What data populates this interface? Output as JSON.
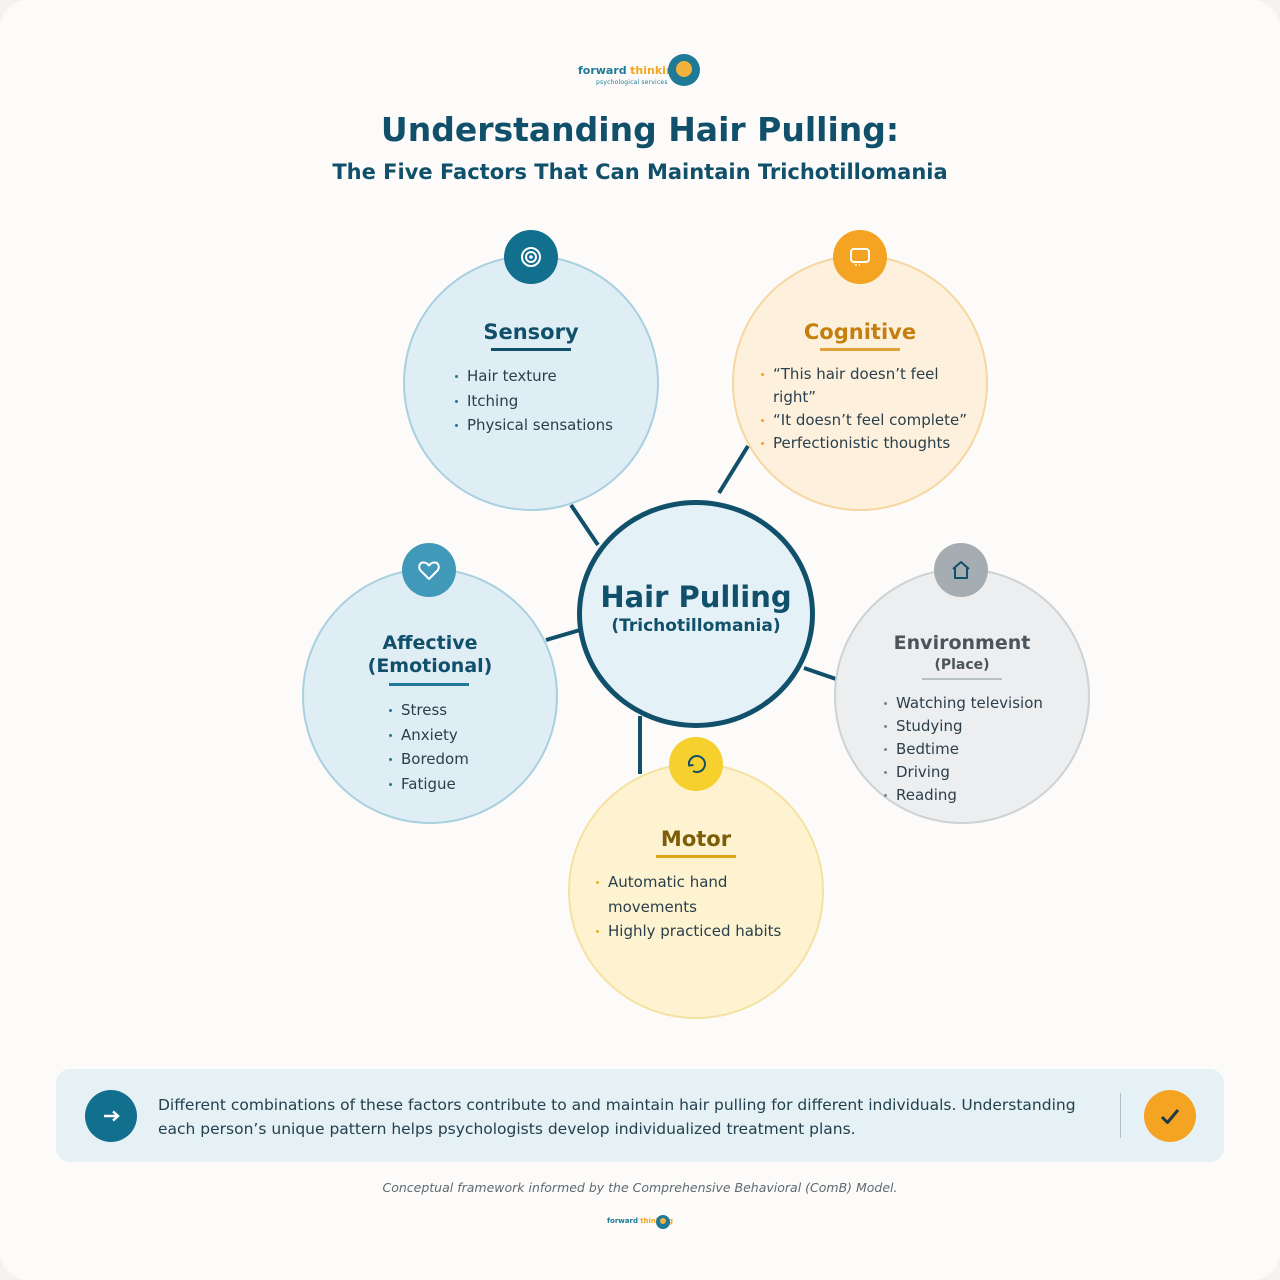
{
  "logo": {
    "name_part1": "forward",
    "name_part2": "thinking",
    "tagline": "psychological services"
  },
  "title": "Understanding Hair Pulling:",
  "subtitle": "The Five Factors That Can Maintain Trichotillomania",
  "center": {
    "title": "Hair Pulling",
    "subtitle": "(Trichotillomania)"
  },
  "factors": {
    "sensory": {
      "heading": "Sensory",
      "icon": "target-icon",
      "items": [
        "Hair texture",
        "Itching",
        "Physical sensations"
      ]
    },
    "cognitive": {
      "heading": "Cognitive",
      "icon": "thought-bubble-icon",
      "items": [
        "“This hair doesn’t feel",
        "right”",
        "“It doesn’t feel complete”",
        "Perfectionistic thoughts"
      ]
    },
    "affective": {
      "heading_line1": "Affective",
      "heading_line2": "(Emotional)",
      "icon": "heart-icon",
      "items": [
        "Stress",
        "Anxiety",
        "Boredom",
        "Fatigue"
      ]
    },
    "environment": {
      "heading": "Environment",
      "subheading": "(Place)",
      "icon": "house-icon",
      "items": [
        "Watching television",
        "Studying",
        "Bedtime",
        "Driving",
        "Reading"
      ]
    },
    "motor": {
      "heading": "Motor",
      "icon": "cycle-arrow-icon",
      "items": [
        "Automatic hand",
        "movements",
        "Highly practiced habits"
      ]
    }
  },
  "note": {
    "text": "Different combinations of these factors contribute to and maintain hair pulling for different individuals. Understanding each person’s unique pattern helps psychologists develop individualized treatment plans.",
    "left_icon": "arrow-right-icon",
    "right_icon": "checkmark-icon"
  },
  "footer": "Conceptual framework informed by the Comprehensive Behavioral (ComB) Model.",
  "colors": {
    "navy": "#11506a",
    "teal": "#136f8e",
    "orange": "#f4a322",
    "yellow": "#f6d02c",
    "gray": "#a5adb2"
  }
}
